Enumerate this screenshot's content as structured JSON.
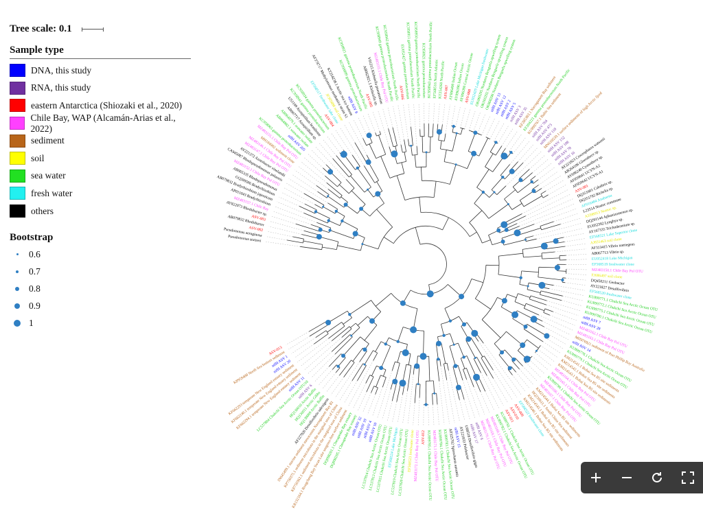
{
  "legend": {
    "tree_scale_label": "Tree scale: 0.1",
    "sample_type_title": "Sample type",
    "sample_types": [
      {
        "label": "DNA, this study",
        "color": "#0000ff"
      },
      {
        "label": "RNA, this study",
        "color": "#7030a0"
      },
      {
        "label": "eastern Antarctica (Shiozaki et al., 2020)",
        "color": "#ff0000"
      },
      {
        "label": "Chile Bay, WAP (Alcamán-Arias et al., 2022)",
        "color": "#ff40ff"
      },
      {
        "label": "sediment",
        "color": "#b8651a"
      },
      {
        "label": "soil",
        "color": "#ffff00"
      },
      {
        "label": "sea water",
        "color": "#22e022"
      },
      {
        "label": "fresh water",
        "color": "#22f0f0"
      },
      {
        "label": "others",
        "color": "#000000"
      }
    ],
    "bootstrap_title": "Bootstrap",
    "bootstrap_values": [
      "0.6",
      "0.7",
      "0.8",
      "0.9",
      "1"
    ]
  },
  "colors": {
    "dna": "#0000ff",
    "rna": "#7030a0",
    "antarctica": "#ff0000",
    "chile": "#ff40ff",
    "sediment": "#b8651a",
    "soil": "#e8e800",
    "seawater": "#22d022",
    "freshwater": "#18dcdc",
    "others": "#000000",
    "branch": "#333333",
    "node": "#2f7fc3"
  },
  "tree": {
    "leaves": [
      {
        "label": "Pseudomonas stutzeri",
        "type": "others"
      },
      {
        "label": "Pseudomonas aeruginosa",
        "type": "others"
      },
      {
        "label": "ASV-002",
        "type": "antarctica"
      },
      {
        "label": "AB079832 Rhodobacter",
        "type": "others"
      },
      {
        "label": "ASV-003",
        "type": "antarctica"
      },
      {
        "label": "AY822073 Rhodobacter sp.",
        "type": "others"
      },
      {
        "label": "MZ483157.1 Chile Bay",
        "type": "chile"
      },
      {
        "label": "AP011043 Bradyrhizobium",
        "type": "others"
      },
      {
        "label": "AB079832 Bradyrhizobium japonicum",
        "type": "others"
      },
      {
        "label": "GQ289586 Bradyrhizobium",
        "type": "others"
      },
      {
        "label": "AB065335 Rhodopseudomonas",
        "type": "others"
      },
      {
        "label": "MZ483152.1 Chile Bay Pol OTU",
        "type": "chile"
      },
      {
        "label": "CA945087 Rhodopseudomonas palustris",
        "type": "others"
      },
      {
        "label": "AY221372 Azotobacter vinelandii",
        "type": "others"
      },
      {
        "label": "MZ483147.1 Chile Bay Pol OTU",
        "type": "chile"
      },
      {
        "label": "MZ483146.1 Chile Bay Pol OTU",
        "type": "chile"
      },
      {
        "label": "MH184902 sediment clone",
        "type": "sediment"
      },
      {
        "label": "MZ483151.1 Chile Bay Pol OTU",
        "type": "chile"
      },
      {
        "label": "KC958963 gamma proteobacterium",
        "type": "seawater"
      },
      {
        "label": "nifH ASV 205",
        "type": "dna"
      },
      {
        "label": "AB064882.1 seawater isolate",
        "type": "seawater"
      },
      {
        "label": "AB064879.1 seawater isolate",
        "type": "seawater"
      },
      {
        "label": "AB067717 Azospirillum sp.",
        "type": "others"
      },
      {
        "label": "U51109 Azospirillum brasilense",
        "type": "others"
      },
      {
        "label": "KC958941 gamma proteobacterium",
        "type": "seawater"
      },
      {
        "label": "KC958934 gamma proteobacterium",
        "type": "seawater"
      },
      {
        "label": "ASV-004",
        "type": "antarctica"
      },
      {
        "label": "EF568517 freshwater lake clone",
        "type": "freshwater"
      },
      {
        "label": "JF305888 soil clone",
        "type": "soil"
      },
      {
        "label": "AF378717 Methylomonas methanica strain S1",
        "type": "others"
      },
      {
        "label": "KT254238.1 Arctic sea ice bottom",
        "type": "others"
      },
      {
        "label": "nifH ASV 9",
        "type": "dna"
      },
      {
        "label": "KC958899 gamma proteobacterium",
        "type": "seawater"
      },
      {
        "label": "KC958921 gamma proteobacterium North Pacific",
        "type": "seawater"
      },
      {
        "label": "ASV-005",
        "type": "antarctica"
      },
      {
        "label": "AB062921.1 Klebsiella sp.",
        "type": "others"
      },
      {
        "label": "V01215 Klebsiella pneumoniae",
        "type": "others"
      },
      {
        "label": "MZ483155.1 Chile Bay Pol OTU",
        "type": "chile"
      },
      {
        "label": "KC958949 gamma proteobacterium North Pacific",
        "type": "seawater"
      },
      {
        "label": "KC958942 gamma proteobacterium North Pacific",
        "type": "seawater"
      },
      {
        "label": "ASV-006",
        "type": "antarctica"
      },
      {
        "label": "EU052427 gamma proteobacterium",
        "type": "seawater"
      },
      {
        "label": "KC958911 gamma proteobacterium North Pacific",
        "type": "seawater"
      },
      {
        "label": "KC958950 gamma proteobacterium North Pacific",
        "type": "seawater"
      },
      {
        "label": "KC958921 gamma proteobacterium",
        "type": "seawater"
      },
      {
        "label": "KC958943 gamma proteobacterium North Pacific",
        "type": "seawater"
      },
      {
        "label": "EF568516 North Atlantic",
        "type": "seawater"
      },
      {
        "label": "KT254260 North Pacific",
        "type": "seawater"
      },
      {
        "label": "ASV-007",
        "type": "antarctica"
      },
      {
        "label": "AY896400 Indian Ocean",
        "type": "seawater"
      },
      {
        "label": "AY896396 Indian Ocean",
        "type": "seawater"
      },
      {
        "label": "AY896390 Central Arctic Ocean",
        "type": "seawater"
      },
      {
        "label": "ASV-008",
        "type": "antarctica"
      },
      {
        "label": "EU052429 Lake Michigan freshwater",
        "type": "freshwater"
      },
      {
        "label": "OK060295 Northern Benguela upwelling system",
        "type": "seawater"
      },
      {
        "label": "OK060292 Northern Benguela upwelling system",
        "type": "seawater"
      },
      {
        "label": "OK060298 Northern Benguela upwelling system",
        "type": "seawater"
      },
      {
        "label": "nifH ASV 13",
        "type": "dna"
      },
      {
        "label": "nifH ASV 12",
        "type": "dna"
      },
      {
        "label": "nifH ASV 2",
        "type": "dna"
      },
      {
        "label": "nifH ASV 5",
        "type": "dna"
      },
      {
        "label": "nifH ASV 3",
        "type": "rna"
      },
      {
        "label": "nifH ASV 35",
        "type": "rna"
      },
      {
        "label": "KF285383.1 Narragansett Bay sediment",
        "type": "sediment"
      },
      {
        "label": "EF204221 gamma proteobacterium North Pacific",
        "type": "seawater"
      },
      {
        "label": "KU899767.1 Baltic Sea sediment",
        "type": "sediment"
      },
      {
        "label": "nifH ASV 764",
        "type": "rna"
      },
      {
        "label": "nifH ASV 473",
        "type": "rna"
      },
      {
        "label": "nifH ASV 118",
        "type": "rna"
      },
      {
        "label": "MN610539.1 surface sediments of high Arctic fjord",
        "type": "sediment"
      },
      {
        "label": "nifH ASV 152",
        "type": "rna"
      },
      {
        "label": "nifH ASV 108",
        "type": "rna"
      },
      {
        "label": "nifH ASV 78",
        "type": "rna"
      },
      {
        "label": "nifH ASV 16",
        "type": "rna"
      },
      {
        "label": "AY221823 Crocosphaera watsonii",
        "type": "others"
      },
      {
        "label": "AB264106 Gloeothece sp.",
        "type": "others"
      },
      {
        "label": "AY696240 Cyanothece sp.",
        "type": "others"
      },
      {
        "label": "AF059641 UCYN-A2",
        "type": "others"
      },
      {
        "label": "AF059642 UCYN-A1",
        "type": "others"
      },
      {
        "label": "ASV-001",
        "type": "antarctica"
      },
      {
        "label": "DQ351601 Calothrix sp.",
        "type": "others"
      },
      {
        "label": "DQ351782 Richelia sp.",
        "type": "others"
      },
      {
        "label": "AF016484 Anabaena",
        "type": "freshwater"
      },
      {
        "label": "L23514 Nostoc commune",
        "type": "others"
      },
      {
        "label": "AJ298913 Nostoc sp.",
        "type": "soil"
      },
      {
        "label": "DQ291144 Aphanizomenon sp.",
        "type": "others"
      },
      {
        "label": "EU052392 Lyngbya sp.",
        "type": "others"
      },
      {
        "label": "AY167335 Trichodesmium sp.",
        "type": "others"
      },
      {
        "label": "EF568521 Lake Superior clone",
        "type": "freshwater"
      },
      {
        "label": "AJ831463 soil clone",
        "type": "soil"
      },
      {
        "label": "AF313415 Vibrio natriegens",
        "type": "others"
      },
      {
        "label": "AB067713 Vibrio sp.",
        "type": "others"
      },
      {
        "label": "EU052418 Lake Michigan",
        "type": "freshwater"
      },
      {
        "label": "EF568519 freshwater clone",
        "type": "freshwater"
      },
      {
        "label": "MZ483150.1 Chile Bay Pol OTU",
        "type": "chile"
      },
      {
        "label": "FJ686497 soil clone",
        "type": "soil"
      },
      {
        "label": "DQ450211 Geobacter",
        "type": "others"
      },
      {
        "label": "AY221827 Desulfovibrio",
        "type": "others"
      },
      {
        "label": "EF568520 freshwater clone",
        "type": "freshwater"
      },
      {
        "label": "KU899771.1 Chukchi Sea Arctic Ocean OTU",
        "type": "seawater"
      },
      {
        "label": "KU899772.1 Chukchi Sea Arctic Ocean OTU",
        "type": "seawater"
      },
      {
        "label": "KU899775.1 Chukchi Sea Arctic Ocean OTU",
        "type": "seawater"
      },
      {
        "label": "KU899780.1 Chukchi Sea Arctic Ocean OTU",
        "type": "seawater"
      },
      {
        "label": "nifH ASV 7",
        "type": "dna"
      },
      {
        "label": "nifH ASV 28",
        "type": "dna"
      },
      {
        "label": "MZ483162.1 Chile Bay Pol OTU",
        "type": "chile"
      },
      {
        "label": "MZ483163.1 Chile Bay Pol OTU",
        "type": "chile"
      },
      {
        "label": "MH976921 sediment of Port Phillip Bay Australia",
        "type": "sediment"
      },
      {
        "label": "nifH ASV 14",
        "type": "dna"
      },
      {
        "label": "KU899778.1 Chukchi Sea Arctic Ocean OTU",
        "type": "seawater"
      },
      {
        "label": "KU899779.1 Chukchi Sea Arctic Ocean OTU",
        "type": "seawater"
      },
      {
        "label": "KM214541.1 Bohai Sea B5 site sediments",
        "type": "sediment"
      },
      {
        "label": "KM214542.1 Bohai Sea B5 site sediments",
        "type": "sediment"
      },
      {
        "label": "KM214543.1 Bohai Sea B5 site sediments",
        "type": "sediment"
      },
      {
        "label": "MZ483164.1 Chile Bay Pol OTU",
        "type": "chile"
      },
      {
        "label": "MZ483165.1 Chile Bay Pol OTU",
        "type": "chile"
      },
      {
        "label": "KU899790.1 Chukchi Sea Arctic Ocean OTU",
        "type": "seawater"
      },
      {
        "label": "MZ483166.1 Chile Bay Pol OTU",
        "type": "chile"
      },
      {
        "label": "MZ483167.1 Chile Bay Pol OTU",
        "type": "chile"
      },
      {
        "label": "KM214544.1 Bohai Sea B5 site sediments",
        "type": "sediment"
      },
      {
        "label": "HQ230611.1 South China Sea sediment",
        "type": "sediment"
      },
      {
        "label": "KM214545.1 Bohai Sea B5 site sediments",
        "type": "sediment"
      },
      {
        "label": "KM214540.1 Bohai Sea B5 site sediments",
        "type": "sediment"
      },
      {
        "label": "EF568522 freshwater clone",
        "type": "freshwater"
      },
      {
        "label": "ASV-009",
        "type": "antarctica"
      },
      {
        "label": "ASV-010",
        "type": "antarctica"
      },
      {
        "label": "ASV-011",
        "type": "antarctica"
      },
      {
        "label": "KU899781.1 Chukchi Sea Arctic Ocean OTU",
        "type": "seawater"
      },
      {
        "label": "KU899782.1 Chukchi Sea Arctic Ocean OTU",
        "type": "seawater"
      },
      {
        "label": "MZ483168.1 Chile Bay Pol OTU",
        "type": "chile"
      },
      {
        "label": "MZ483169.1 Chile Bay Pol OTU",
        "type": "chile"
      },
      {
        "label": "MZ483170.1 Chile Bay Pol OTU",
        "type": "chile"
      },
      {
        "label": "nifH ASV 6",
        "type": "rna"
      },
      {
        "label": "nifH ASV 17",
        "type": "rna"
      },
      {
        "label": "U68518 Desulfovibrio gigas",
        "type": "others"
      },
      {
        "label": "AY221833 Pelobacter",
        "type": "others"
      },
      {
        "label": "nifH ASV 15",
        "type": "dna"
      },
      {
        "label": "AF325792 Spirochaeta aurantia",
        "type": "others"
      },
      {
        "label": "KU899783.1 Chukchi Sea Arctic Ocean OTU",
        "type": "seawater"
      },
      {
        "label": "KU899784.1 Chukchi Sea Arctic Ocean OTU",
        "type": "seawater"
      },
      {
        "label": "MZ483171.1 Chile Bay Pol OTU",
        "type": "chile"
      },
      {
        "label": "KU899785.1 Chukchi Sea Arctic Ocean OTU",
        "type": "seawater"
      },
      {
        "label": "ASV-012",
        "type": "antarctica"
      },
      {
        "label": "MZ483172.1 Chile Bay Pol OTU",
        "type": "chile"
      },
      {
        "label": "EF568523 freshwater clone",
        "type": "soil"
      },
      {
        "label": "LC537820 Chukchi Sea Arctic Ocean OTU",
        "type": "seawater"
      },
      {
        "label": "LC537819 Chukchi Sea Arctic Ocean OTU",
        "type": "seawater"
      },
      {
        "label": "EF568524 Lake Michigan",
        "type": "freshwater"
      },
      {
        "label": "LC537815 Chukchi Sea Arctic Ocean OTU",
        "type": "seawater"
      },
      {
        "label": "LC537813 Chukchi Sea Arctic Ocean OTU",
        "type": "seawater"
      },
      {
        "label": "LC537814 Chukchi Sea Arctic Ocean OTU",
        "type": "seawater"
      },
      {
        "label": "nifH ASV 10",
        "type": "dna"
      },
      {
        "label": "nifH ASV 4",
        "type": "dna"
      },
      {
        "label": "nifH ASV 19",
        "type": "dna"
      },
      {
        "label": "nifH ASV 32",
        "type": "dna"
      },
      {
        "label": "DQ098205.1 Chesapeake Bay estuary",
        "type": "seawater"
      },
      {
        "label": "DQ098201.1 Chesapeake Bay estuary",
        "type": "seawater"
      },
      {
        "label": "KR132164.1 Rongcheng Bay Swan Lake seagrass-free surface sediment",
        "type": "sediment"
      },
      {
        "label": "KP750362.1 sediment microbiota in the marginal seas of China",
        "type": "sediment"
      },
      {
        "label": "KP750375.1 sediment microbiota in the marginal seas of China",
        "type": "sediment"
      },
      {
        "label": "JN645499.1 marine sediment mesocosms Narragansett Bay RI",
        "type": "sediment"
      },
      {
        "label": "AF227926 Desulfovibrio salexigens",
        "type": "others"
      },
      {
        "label": "HQ130009 Arctic Baffin",
        "type": "seawater"
      },
      {
        "label": "HQ130011 Arctic Gibbs",
        "type": "seawater"
      },
      {
        "label": "HQ130010 Arctic Baffin",
        "type": "seawater"
      },
      {
        "label": "nifH ASV 6",
        "type": "rna"
      },
      {
        "label": "LC537804 Chukchi Sea Arctic Ocean OTU10",
        "type": "seawater"
      },
      {
        "label": "nifH ASV 11",
        "type": "dna"
      },
      {
        "label": "KF662294.1 temperate New England estuary sediment",
        "type": "sediment"
      },
      {
        "label": "KF662240.1 temperate New England estuary sediment",
        "type": "sediment"
      },
      {
        "label": "KF662293 temperate New England estuary sediment",
        "type": "sediment"
      },
      {
        "label": "nifH ASV 20",
        "type": "dna"
      },
      {
        "label": "nifH ASV 1",
        "type": "dna"
      },
      {
        "label": "KP959400 North Sea bottom sediment",
        "type": "sediment"
      },
      {
        "label": "ASV-013",
        "type": "antarctica"
      }
    ]
  },
  "toolbar": {
    "zoom_in": "+",
    "zoom_out": "−",
    "reset": "↻",
    "fullscreen": "⛶"
  }
}
